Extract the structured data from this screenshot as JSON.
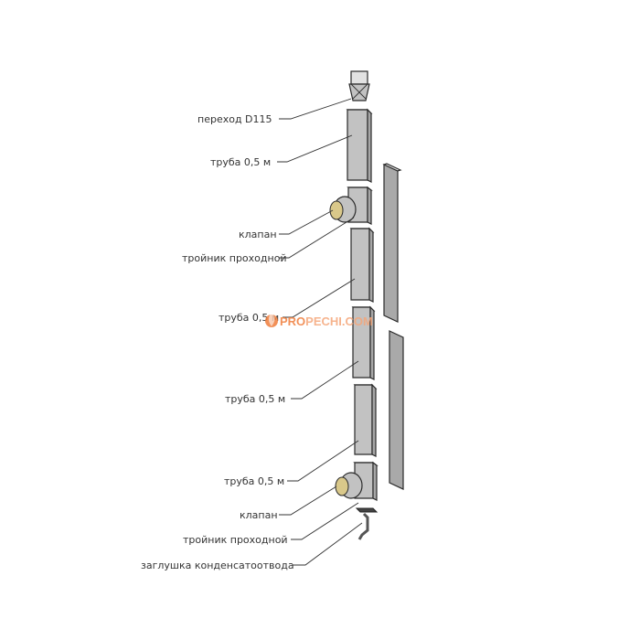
{
  "labels": {
    "perehod": "переход D115",
    "truba1": "труба 0,5 м",
    "klapan1": "клапан",
    "troynik1": "тройник проходной",
    "truba2": "труба 0,5 м",
    "truba3": "труба 0,5 м",
    "truba4": "труба 0,5 м",
    "klapan2": "клапан",
    "troynik2": "тройник проходной",
    "zaglushka": "заглушка конденсатоотвода"
  },
  "watermark": {
    "part1": "PRO",
    "part2": "PECHI",
    "part3": ".COM",
    "color1": "#f07d3c",
    "color2": "#f5a67a"
  },
  "colors": {
    "metal_dark": "#a7a7a7",
    "metal_light": "#c2c2c2",
    "valve_disc": "#d9c88a"
  }
}
